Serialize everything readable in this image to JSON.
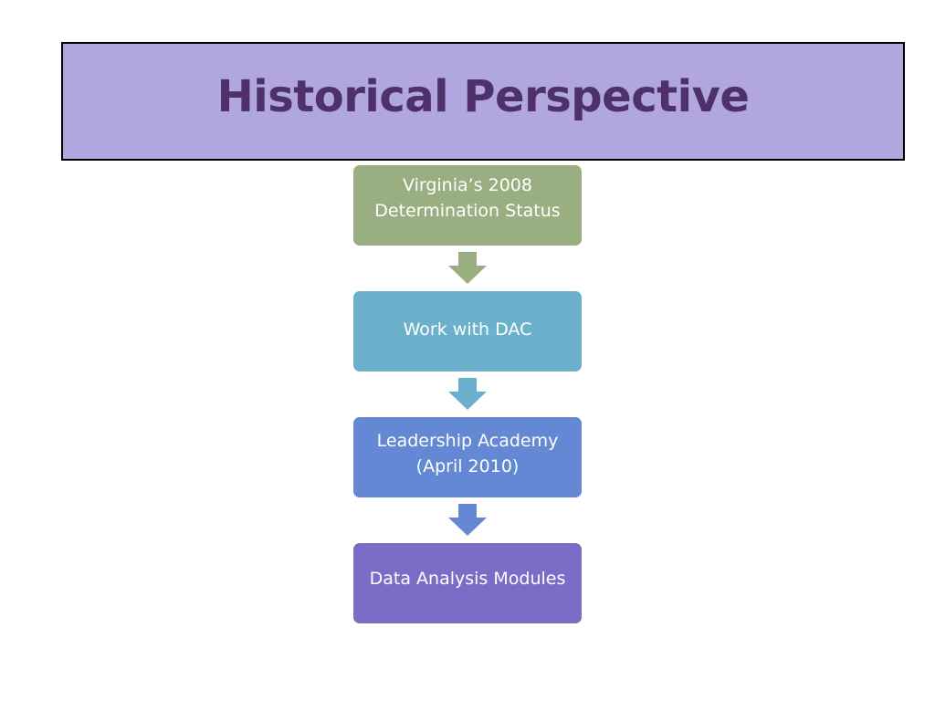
{
  "title": "Historical Perspective",
  "colors": {
    "banner_fill": "#b1a6e0",
    "banner_border": "#000000",
    "title_text": "#4e3168",
    "box_text": "#ffffff"
  },
  "flow": {
    "steps": [
      {
        "label": "Virginia’s 2008 Determination Status",
        "color": "#9aaf81"
      },
      {
        "label": "Work with DAC",
        "color": "#6cb1cb"
      },
      {
        "label": "Leadership Academy (April 2010)",
        "color": "#6488d4"
      },
      {
        "label": "Data Analysis Modules",
        "color": "#7c6cc8"
      }
    ],
    "arrows": [
      {
        "icon": "arrow-down-icon",
        "color": "#9aaf81"
      },
      {
        "icon": "arrow-down-icon",
        "color": "#6cb1cb"
      },
      {
        "icon": "arrow-down-icon",
        "color": "#6488d4"
      }
    ]
  }
}
